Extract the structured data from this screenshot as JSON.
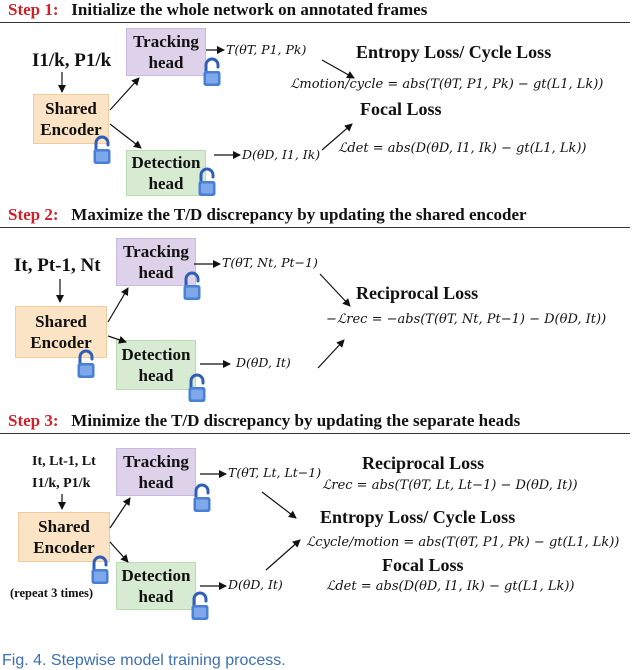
{
  "steps": [
    {
      "number": "Step 1",
      "colon": ":",
      "title": "Initialize the whole network on annotated frames",
      "inputs": "I1/k,  P1/k",
      "encoder": "Shared Encoder",
      "tracking_head": "Tracking head",
      "detection_head": "Detection head",
      "tracking_output": "T(θT, P1, Pk)",
      "detection_output": "D(θD, I1, Ik)",
      "losses": [
        {
          "name": "Entropy Loss/ Cycle Loss",
          "equation": "ℒmotion/cycle = abs(T(θT, P1, Pk) − gt(L1, Lk))"
        },
        {
          "name": "Focal Loss",
          "equation": "ℒdet = abs(D(θD, I1, Ik) − gt(L1, Lk))"
        }
      ]
    },
    {
      "number": "Step 2",
      "colon": ":",
      "title": "Maximize the T/D discrepancy by updating the shared encoder",
      "inputs": "It, Pt-1,  Nt",
      "encoder": "Shared Encoder",
      "tracking_head": "Tracking head",
      "detection_head": "Detection head",
      "tracking_output": "T(θT, Nt, Pt−1)",
      "detection_output": "D(θD, It)",
      "losses": [
        {
          "name": "Reciprocal Loss",
          "equation": "−ℒrec = −abs(T(θT, Nt, Pt−1) − D(θD, It))"
        }
      ]
    },
    {
      "number": "Step 3",
      "colon": ":",
      "title": "Minimize the T/D discrepancy by updating the separate heads",
      "inputs_line1": "It, Lt-1,  Lt",
      "inputs_line2": "I1/k, P1/k",
      "encoder": "Shared Encoder",
      "tracking_head": "Tracking head",
      "detection_head": "Detection head",
      "tracking_output": "T(θT, Lt, Lt−1)",
      "detection_output": "D(θD, It)",
      "repeat_note": "(repeat 3 times)",
      "losses": [
        {
          "name": "Reciprocal Loss",
          "equation": "ℒrec = abs(T(θT, Lt, Lt−1) − D(θD, It))"
        },
        {
          "name": "Entropy Loss/ Cycle Loss",
          "equation": "ℒcycle/motion = abs(T(θT, P1, Pk) − gt(L1, Lk))"
        },
        {
          "name": "Focal Loss",
          "equation": "ℒdet = abs(D(θD, I1, Ik) − gt(L1, Lk))"
        }
      ]
    }
  ],
  "caption": "Fig. 4.  Stepwise model training process.",
  "colors": {
    "step_label": "#d0202a",
    "encoder": "#fbe3c5",
    "tracking": "#ded2ea",
    "detection": "#d7ead2",
    "lock": "#4a7fd6",
    "caption": "#3c6fb4"
  }
}
